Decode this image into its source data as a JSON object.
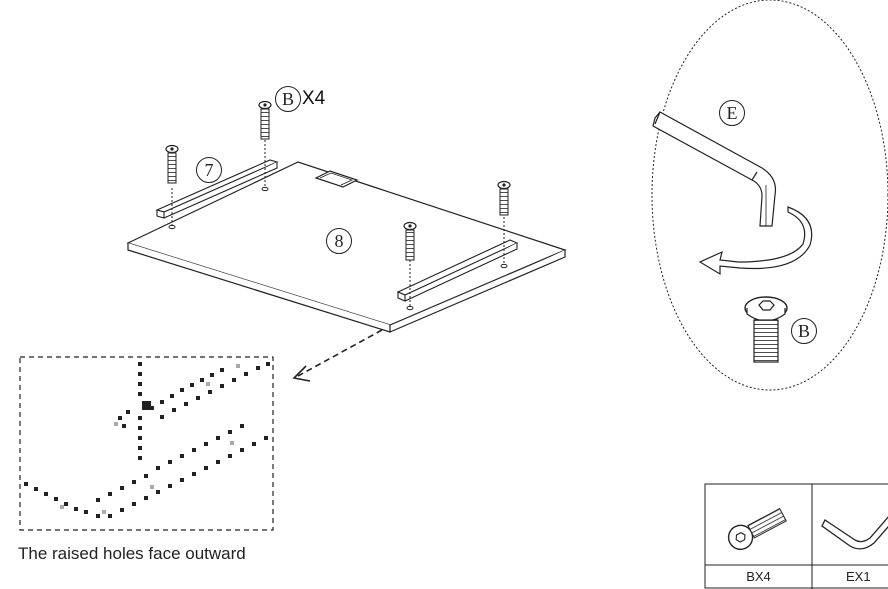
{
  "hardware": {
    "bolt_letter": "B",
    "bolt_quantity": "X4",
    "wrench_letter": "E",
    "panel_7_number": "7",
    "panel_8_number": "8"
  },
  "detail": {
    "caption": "The raised holes face outward"
  },
  "parts_table": {
    "items": [
      {
        "label": "BX4",
        "icon": "bolt-icon"
      },
      {
        "label": "EX1",
        "icon": "hex-key-icon"
      }
    ]
  }
}
